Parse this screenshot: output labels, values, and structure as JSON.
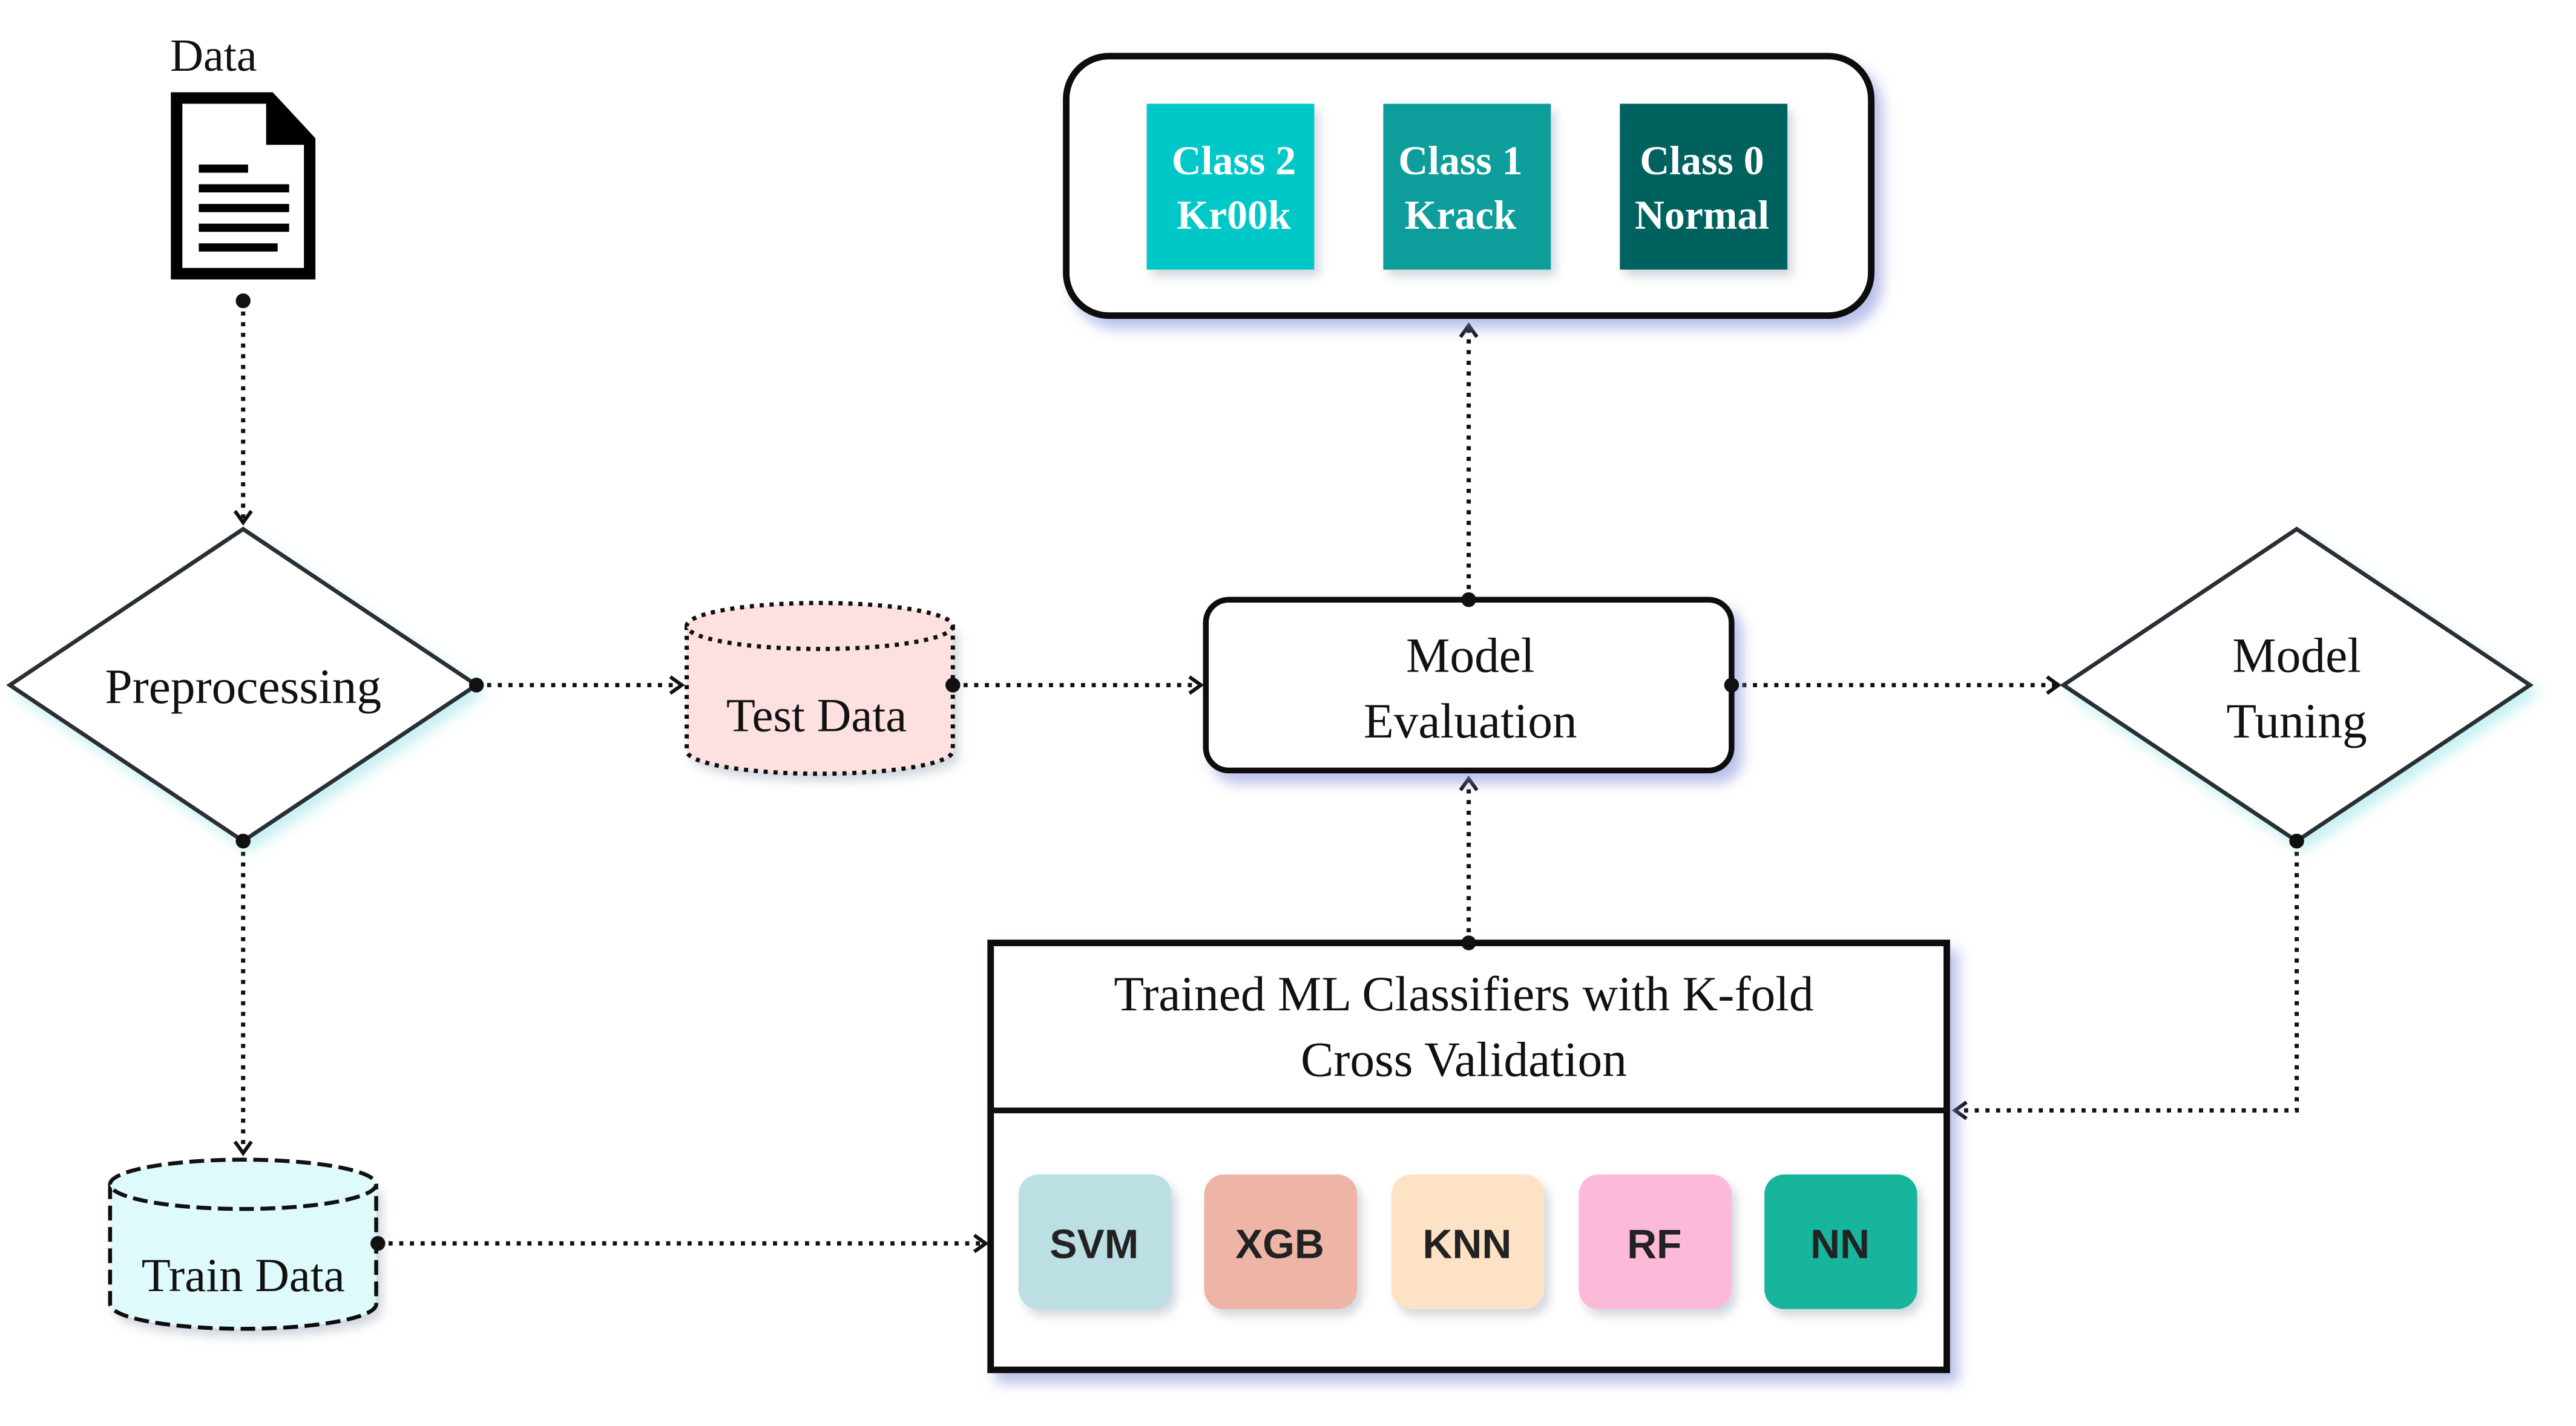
{
  "data_label": "Data",
  "preprocessing": "Preprocessing",
  "test_data": "Test Data",
  "train_data": "Train Data",
  "model_evaluation": [
    "Model",
    "Evaluation"
  ],
  "model_tuning": [
    "Model",
    "Tuning"
  ],
  "trained": {
    "title": [
      "Trained ML Classifiers with K-fold",
      "Cross Validation"
    ],
    "classifiers": [
      {
        "label": "SVM",
        "color": "#bcdfe3"
      },
      {
        "label": "XGB",
        "color": "#eeb4a6"
      },
      {
        "label": "KNN",
        "color": "#fde2c6"
      },
      {
        "label": "RF",
        "color": "#fdbad8"
      },
      {
        "label": "NN",
        "color": "#15b59c"
      }
    ]
  },
  "classes": [
    {
      "line1": "Class 2",
      "line2": "Kr00k",
      "color": "#06c8c8"
    },
    {
      "line1": "Class 1",
      "line2": "Krack",
      "color": "#0c9e9c"
    },
    {
      "line1": "Class 0",
      "line2": "Normal",
      "color": "#06625f"
    }
  ]
}
